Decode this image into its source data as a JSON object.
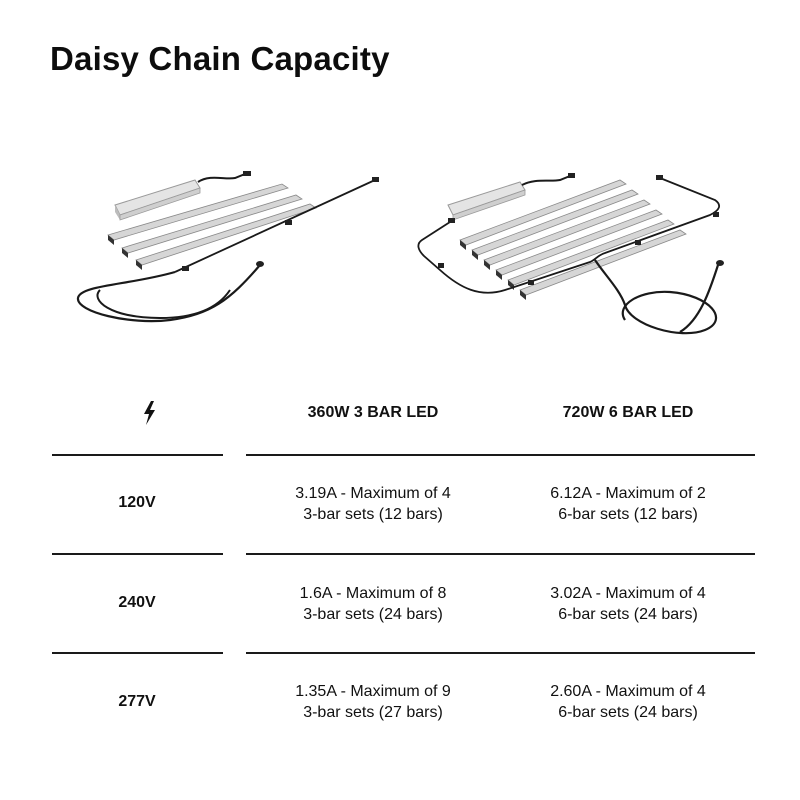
{
  "title": "Daisy Chain Capacity",
  "illustrations": [
    {
      "name": "360w-3-bar-led-kit",
      "bars": 3,
      "description": "Driver with 3 LED bars, daisy-chain cable and power cord"
    },
    {
      "name": "720w-6-bar-led-kit",
      "bars": 6,
      "description": "Driver with 6 LED bars, daisy-chain cable and power cord"
    }
  ],
  "table": {
    "header_icon": "lightning-bolt-icon",
    "columns": [
      "360W 3 BAR LED",
      "720W 6 BAR LED"
    ],
    "rows": [
      {
        "voltage": "120V",
        "cells": [
          {
            "line1": "3.19A - Maximum of 4",
            "line2": "3-bar sets (12 bars)"
          },
          {
            "line1": "6.12A - Maximum of 2",
            "line2": "6-bar sets (12 bars)"
          }
        ]
      },
      {
        "voltage": "240V",
        "cells": [
          {
            "line1": "1.6A - Maximum of 8",
            "line2": "3-bar sets (24 bars)"
          },
          {
            "line1": "3.02A - Maximum of 4",
            "line2": "6-bar sets (24 bars)"
          }
        ]
      },
      {
        "voltage": "277V",
        "cells": [
          {
            "line1": "1.35A - Maximum of 9",
            "line2": "3-bar sets (27 bars)"
          },
          {
            "line1": "2.60A - Maximum of 4",
            "line2": "6-bar sets (24 bars)"
          }
        ]
      }
    ]
  },
  "colors": {
    "text": "#111111",
    "rule": "#1a1a1a",
    "background": "#ffffff",
    "bar": "#c9c9c9",
    "cable": "#1a1a1a"
  }
}
